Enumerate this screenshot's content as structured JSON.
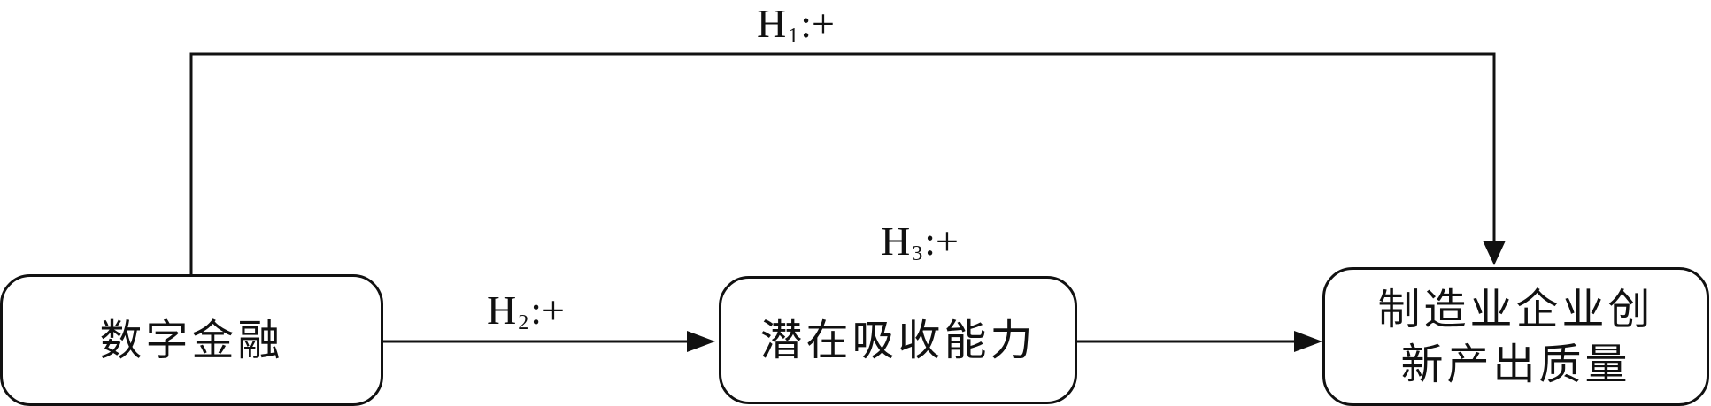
{
  "nodes": {
    "digital_finance": "数字金融",
    "absorptive_capacity": "潜在吸收能力",
    "innovation_quality_line1": "制造业企业创",
    "innovation_quality_line2": "新产出质量"
  },
  "hypotheses": {
    "h1": {
      "letter": "H",
      "index": "1",
      "effect": ":+"
    },
    "h2": {
      "letter": "H",
      "index": "2",
      "effect": ":+"
    },
    "h3": {
      "letter": "H",
      "index": "3",
      "effect": ":+"
    }
  },
  "colors": {
    "line": "#111111",
    "background": "#ffffff"
  }
}
